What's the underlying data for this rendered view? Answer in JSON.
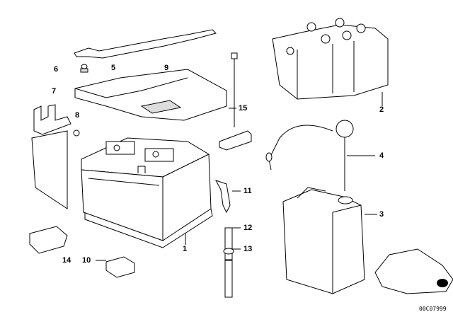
{
  "diagram": {
    "callouts": {
      "p1": "1",
      "p2": "2",
      "p3": "3",
      "p4": "4",
      "p5": "5",
      "p6": "6",
      "p7": "7",
      "p8": "8",
      "p9": "9",
      "p10": "10",
      "p11": "11",
      "p12": "12",
      "p13": "13",
      "p14": "14",
      "p15": "15"
    },
    "drawing_code": "00C07999"
  }
}
